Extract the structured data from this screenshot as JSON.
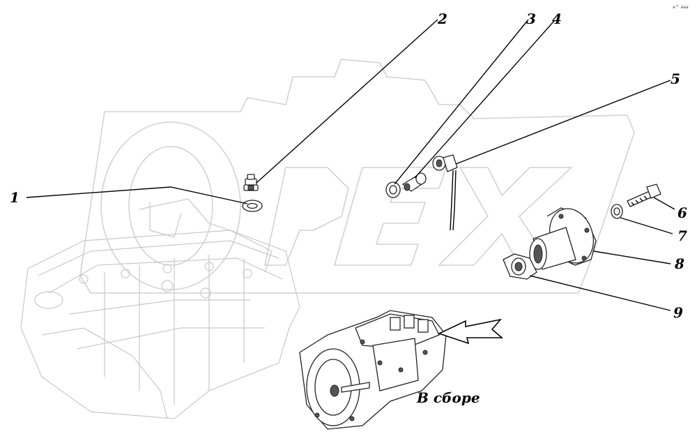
{
  "diagram": {
    "callouts": [
      "1",
      "2",
      "3",
      "4",
      "5",
      "6",
      "7",
      "8",
      "9"
    ],
    "assembly_caption": "В сборе",
    "watermark_text": "OPEX",
    "corner_mark": "а™ ааа"
  }
}
